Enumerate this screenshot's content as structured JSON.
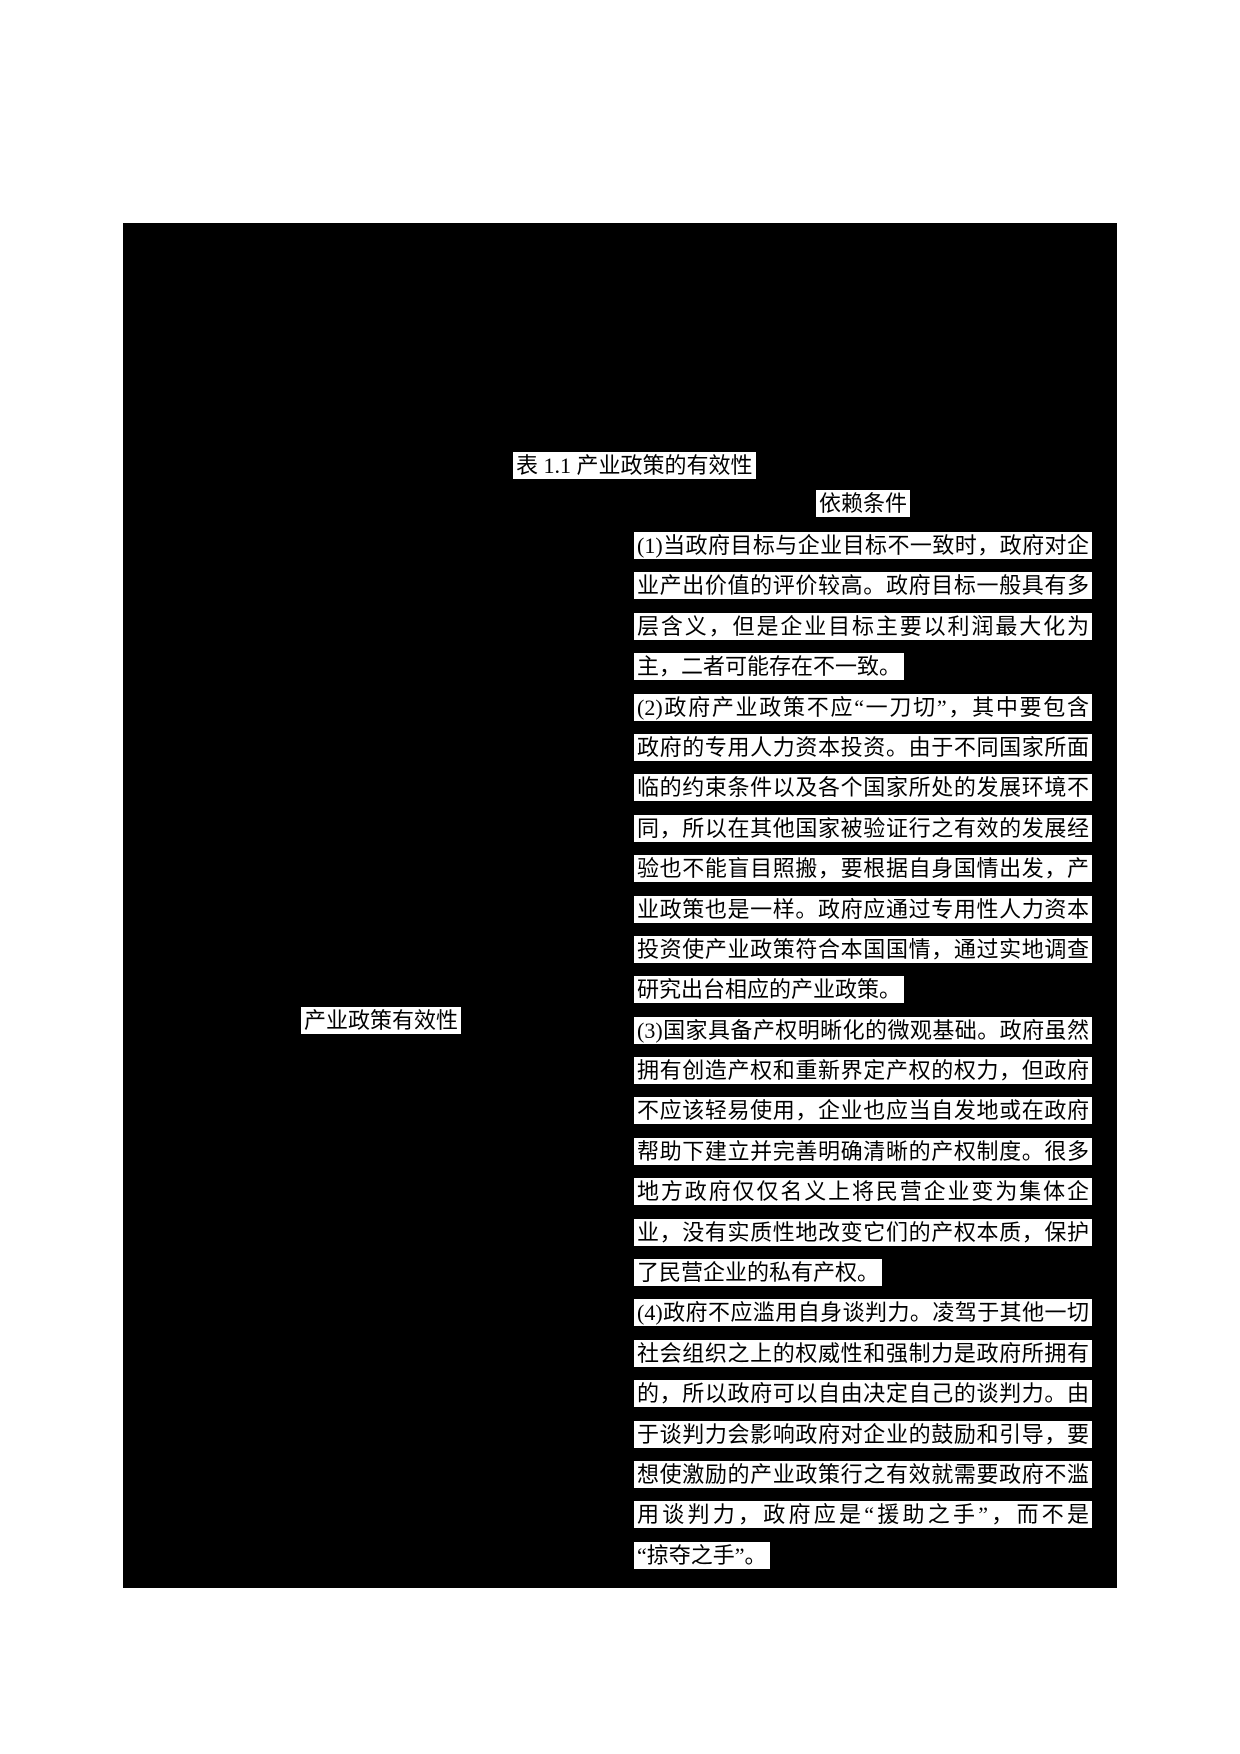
{
  "document": {
    "type": "table-page",
    "colors": {
      "page_background": "#ffffff",
      "redaction_background": "#000000",
      "text_highlight": "#ffffff",
      "text_color": "#000000"
    },
    "table": {
      "title": "表 1.1 产业政策的有效性",
      "header_dependency": "依赖条件",
      "row_label": "产业政策有效性",
      "conditions": [
        {
          "lines": [
            "(1)当政府目标与企业目标不一致时，政府对企",
            "业产出价值的评价较高。政府目标一般具有多",
            "层含义，但是企业目标主要以利润最大化为",
            "主，二者可能存在不一致。"
          ]
        },
        {
          "lines": [
            "(2)政府产业政策不应“一刀切”，其中要包含",
            "政府的专用人力资本投资。由于不同国家所面",
            "临的约束条件以及各个国家所处的发展环境不",
            "同，所以在其他国家被验证行之有效的发展经",
            "验也不能盲目照搬，要根据自身国情出发，产",
            "业政策也是一样。政府应通过专用性人力资本",
            "投资使产业政策符合本国国情，通过实地调查",
            "研究出台相应的产业政策。"
          ]
        },
        {
          "lines": [
            "(3)国家具备产权明晰化的微观基础。政府虽然",
            "拥有创造产权和重新界定产权的权力，但政府",
            "不应该轻易使用，企业也应当自发地或在政府",
            "帮助下建立并完善明确清晰的产权制度。很多",
            "地方政府仅仅名义上将民营企业变为集体企",
            "业，没有实质性地改变它们的产权本质，保护",
            "了民营企业的私有产权。"
          ]
        },
        {
          "lines": [
            "(4)政府不应滥用自身谈判力。凌驾于其他一切",
            "社会组织之上的权威性和强制力是政府所拥有",
            "的，所以政府可以自由决定自己的谈判力。由",
            "于谈判力会影响政府对企业的鼓励和引导，要",
            "想使激励的产业政策行之有效就需要政府不滥",
            "用谈判力，政府应是“援助之手”，而不是",
            "“掠夺之手”。"
          ]
        }
      ]
    }
  }
}
